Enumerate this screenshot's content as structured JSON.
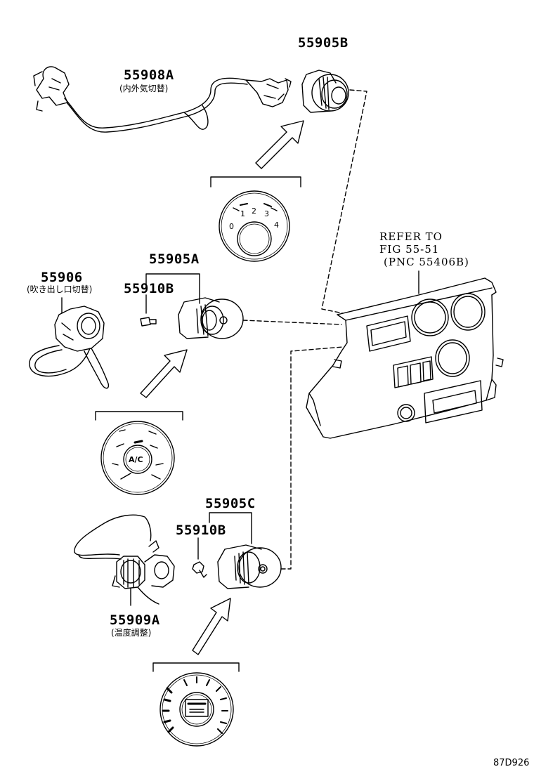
{
  "parts": [
    {
      "id": "55908A",
      "caption": "(内外気切替)"
    },
    {
      "id": "55905B"
    },
    {
      "id": "55905A"
    },
    {
      "id": "55910B"
    },
    {
      "id": "55906",
      "caption": "(吹き出し口切替)"
    },
    {
      "id": "55905C"
    },
    {
      "id": "55910B"
    },
    {
      "id": "55909A",
      "caption": "(温度調整)"
    }
  ],
  "refer": {
    "line1": "REFER TO",
    "line2": "FIG 55-51",
    "line3": "(PNC 55406B)"
  },
  "dial_b": {
    "numbers": [
      "0",
      "1",
      "2",
      "3",
      "4"
    ]
  },
  "dial_a": {
    "label": "A/C"
  },
  "drawing_code": "87D926"
}
